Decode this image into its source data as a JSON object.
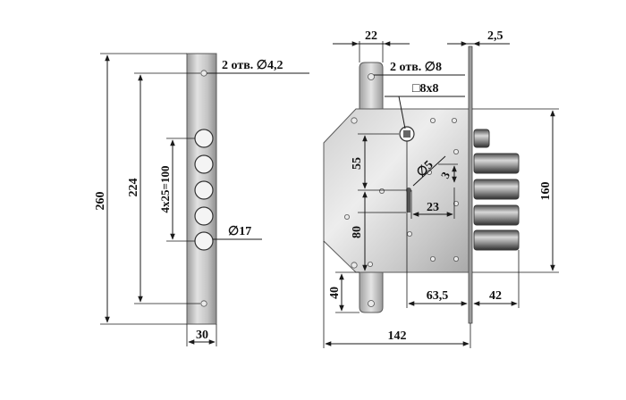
{
  "faceplate": {
    "height_label": "260",
    "hole_spacing_label": "224",
    "pitch_label": "4x25=100",
    "width_label": "30",
    "screw_holes_label": "2 отв. ∅4,2",
    "big_hole_label": "∅17"
  },
  "body": {
    "top_left_width_label": "22",
    "plate_thickness_label": "2,5",
    "mount_holes_label": "2 отв. ∅8",
    "square_label": "□8x8",
    "height_55_label": "55",
    "radius_label": "∅5",
    "small_label_3": "3",
    "small_label_23": "23",
    "height_80_label": "80",
    "height_160_label": "160",
    "lower_40_label": "40",
    "backset_label": "63,5",
    "bolt_projection_label": "42",
    "total_width_label": "142"
  },
  "colors": {
    "steel_light": "#d9d9d9",
    "steel_dark": "#8c8c8c",
    "line": "#1a1a1a"
  }
}
